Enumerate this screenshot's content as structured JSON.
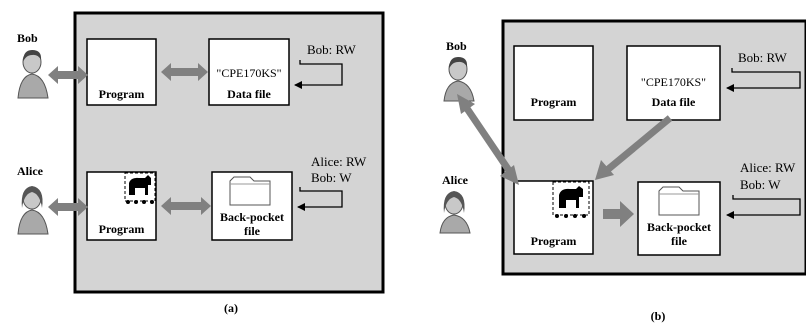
{
  "diagram_a": {
    "caption": "(a)",
    "users": {
      "top": "Bob",
      "bottom": "Alice"
    },
    "top_program": "Program",
    "data_box": {
      "file_name": "\"CPE170KS\"",
      "label": "Data file"
    },
    "top_acl": [
      "Bob: RW"
    ],
    "bottom_program": "Program",
    "backpocket": {
      "line1": "Back-pocket",
      "line2": "file"
    },
    "bottom_acl": [
      "Alice: RW",
      "Bob: W"
    ]
  },
  "diagram_b": {
    "caption": "(b)",
    "users": {
      "top": "Bob",
      "bottom": "Alice"
    },
    "top_program": "Program",
    "data_box": {
      "file_name": "\"CPE170KS\"",
      "label": "Data file"
    },
    "top_acl": [
      "Bob: RW"
    ],
    "bottom_program": "Program",
    "backpocket": {
      "line1": "Back-pocket",
      "line2": "file"
    },
    "bottom_acl": [
      "Alice: RW",
      "Bob: W"
    ]
  },
  "colors": {
    "panel": "#d4d4d4",
    "arrow": "#808080",
    "outline": "#000000",
    "box": "#ffffff"
  },
  "icons": [
    "person-icon",
    "trojan-horse-icon",
    "folder-icon"
  ]
}
